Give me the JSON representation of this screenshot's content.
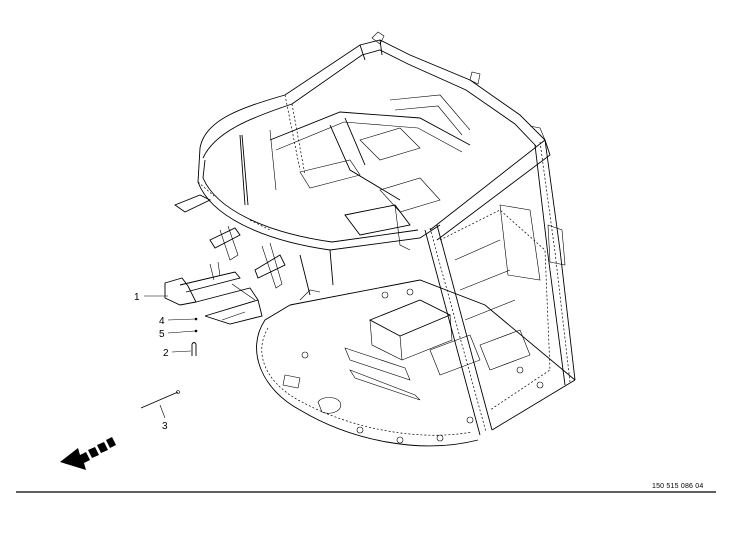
{
  "callouts": [
    {
      "id": "c1",
      "label": "1"
    },
    {
      "id": "c2",
      "label": "2"
    },
    {
      "id": "c3",
      "label": "3"
    },
    {
      "id": "c4",
      "label": "4"
    },
    {
      "id": "c5",
      "label": "5"
    }
  ],
  "document_number": "150 515 086 04"
}
